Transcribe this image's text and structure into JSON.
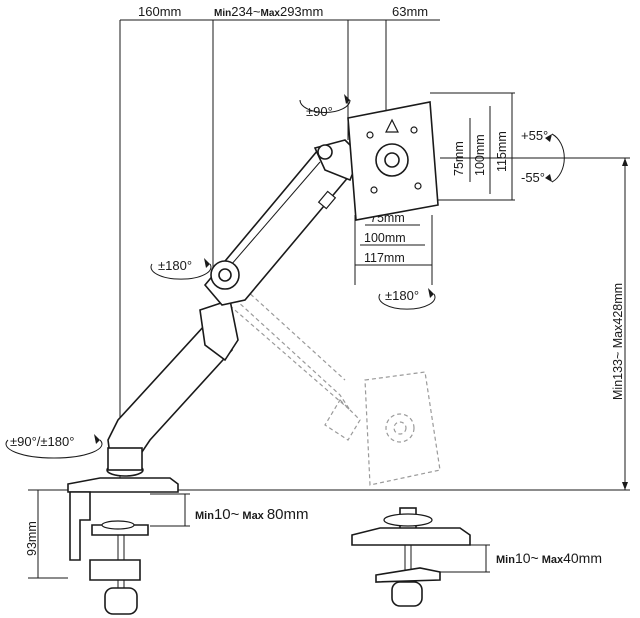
{
  "dimensions": {
    "top_left": "160mm",
    "top_middle_min": "Min",
    "top_middle_min_value": "234~",
    "top_middle_max": "Max",
    "top_middle_max_value": "293mm",
    "top_right": "63mm",
    "vesa_h_75": "75mm",
    "vesa_h_100": "100mm",
    "vesa_h_117": "117mm",
    "vesa_v_75": "75mm",
    "vesa_v_100": "100mm",
    "vesa_v_115": "115mm",
    "height_range": "Min133~ Max428mm",
    "clamp_height": "93mm",
    "clamp_range_min": "Min",
    "clamp_range_min_value": "10~",
    "clamp_range_max": "Max",
    "clamp_range_max_value": "80mm",
    "grommet_range_min": "Min",
    "grommet_range_min_value": "10~",
    "grommet_range_max": "Max",
    "grommet_range_max_value": "40mm"
  },
  "rotations": {
    "plate_rotate": "±90°",
    "tilt_up": "+55°",
    "tilt_down": "-55°",
    "elbow_swivel": "±180°",
    "plate_swivel": "±180°",
    "base_rotate": "±90°/±180°"
  }
}
